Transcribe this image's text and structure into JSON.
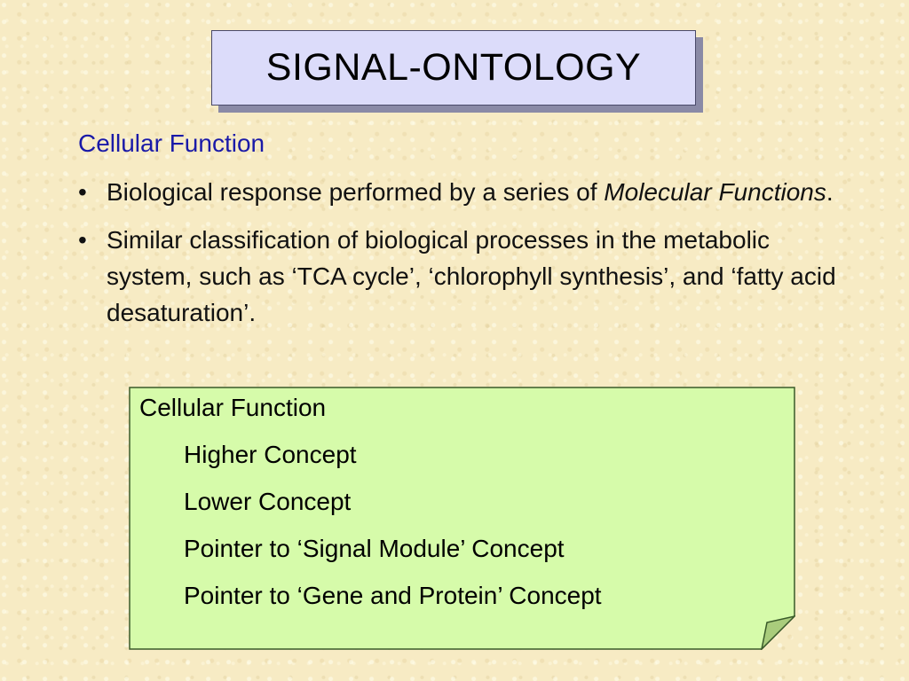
{
  "title": "SIGNAL-ONTOLOGY",
  "heading": "Cellular Function",
  "bullets": [
    {
      "marker": "•",
      "text_before": "Biological response performed by a series of ",
      "text_italic": "Molecular Functions",
      "text_after": "."
    },
    {
      "marker": "•",
      "text": "Similar classification of biological processes in the metabolic system, such as ‘TCA cycle’, ‘chlorophyll synthesis’, and ‘fatty acid desaturation’."
    }
  ],
  "note": {
    "title": "Cellular Function",
    "items": [
      "Higher Concept",
      "Lower Concept",
      "Pointer to ‘Signal Module’ Concept",
      "Pointer to ‘Gene and Protein’ Concept"
    ]
  },
  "colors": {
    "background": "#f7ebc4",
    "title_box": "#dcdcfa",
    "heading": "#1a1aa8",
    "note_fill": "#d6fbaa",
    "note_border": "#3a5a2a"
  }
}
